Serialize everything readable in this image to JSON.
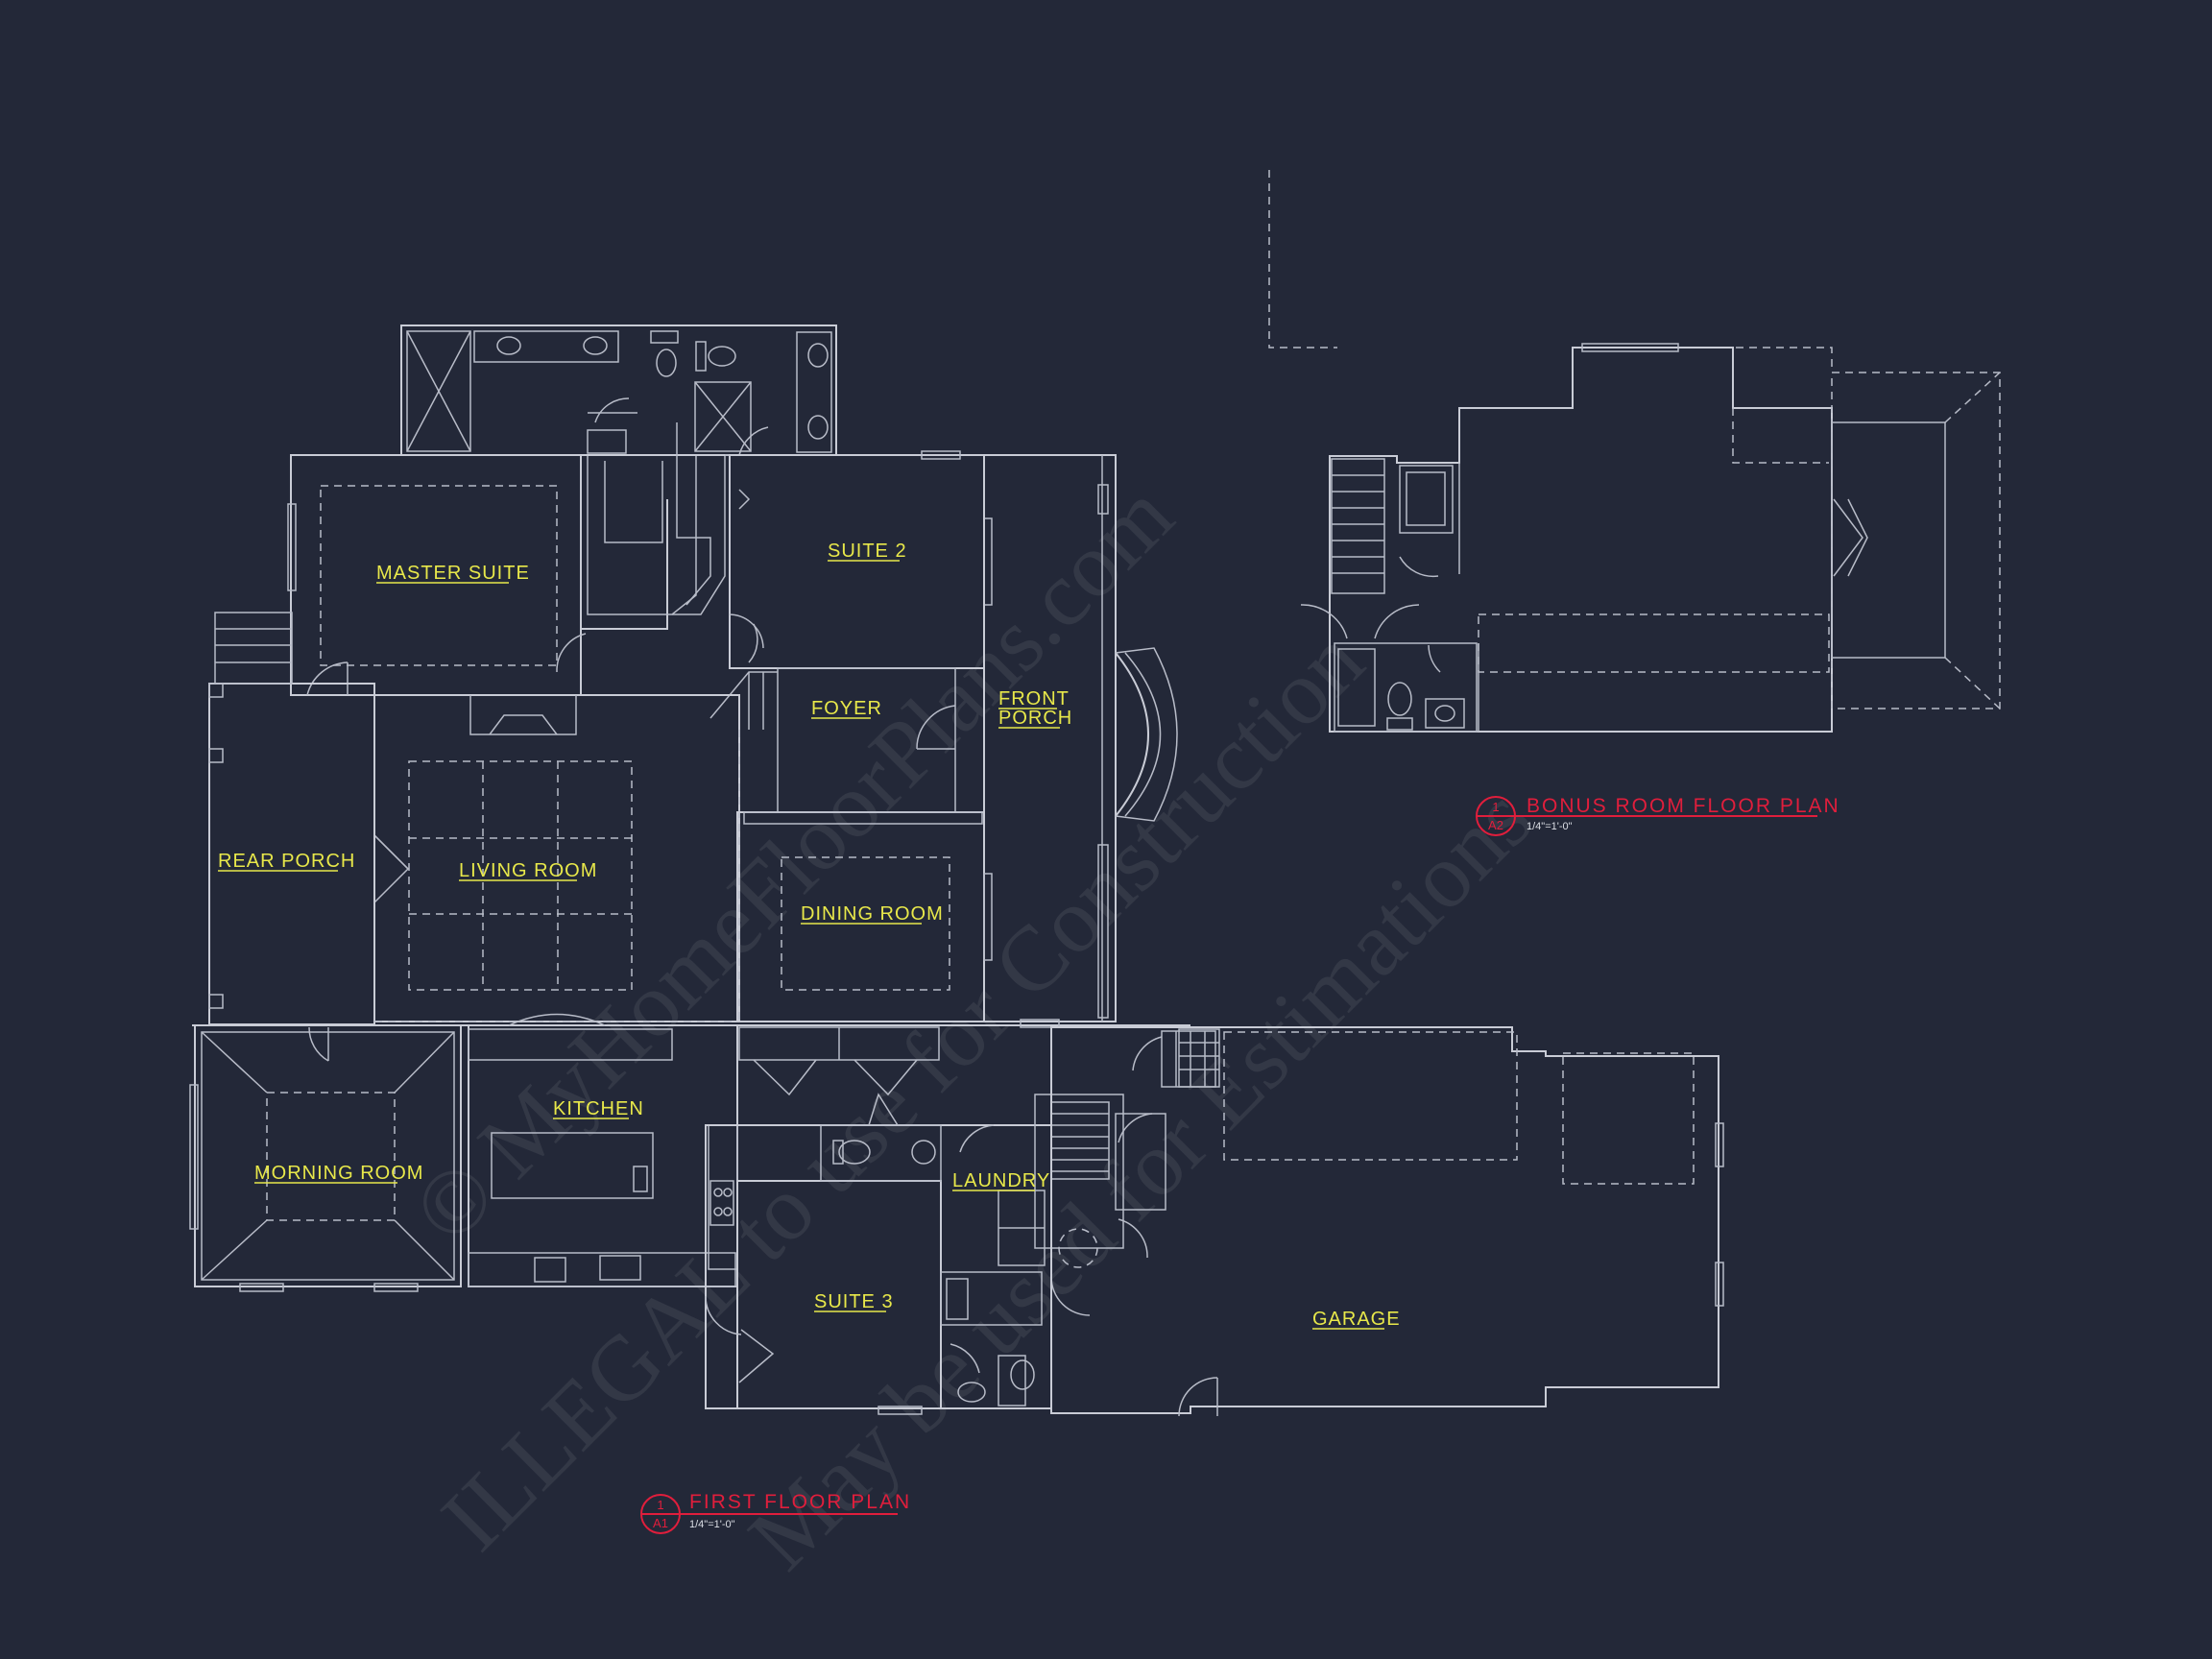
{
  "rooms": {
    "master_suite": "MASTER SUITE",
    "suite_2": "SUITE 2",
    "foyer": "FOYER",
    "front_porch_1": "FRONT",
    "front_porch_2": "PORCH",
    "rear_porch": "REAR PORCH",
    "living_room": "LIVING ROOM",
    "dining_room": "DINING ROOM",
    "kitchen": "KITCHEN",
    "morning_room": "MORNING ROOM",
    "laundry": "LAUNDRY",
    "suite_3": "SUITE 3",
    "garage": "GARAGE"
  },
  "bonus_plan": {
    "bubble_top": "1",
    "bubble_bottom": "A2",
    "title": "BONUS ROOM FLOOR PLAN",
    "scale": "1/4\"=1'-0\""
  },
  "first_plan": {
    "bubble_top": "1",
    "bubble_bottom": "A1",
    "title": "FIRST FLOOR PLAN",
    "scale": "1/4\"=1'-0\""
  },
  "watermark": {
    "line1": "© MyHomeFloorPlans.com",
    "line2": "ILLEGAL to use for Construction",
    "line3": "May be used for Estimations"
  },
  "colors": {
    "background": "#232838",
    "lines": "#c9ccd6",
    "room_labels": "#e8e84a",
    "titles": "#e01e3c"
  }
}
